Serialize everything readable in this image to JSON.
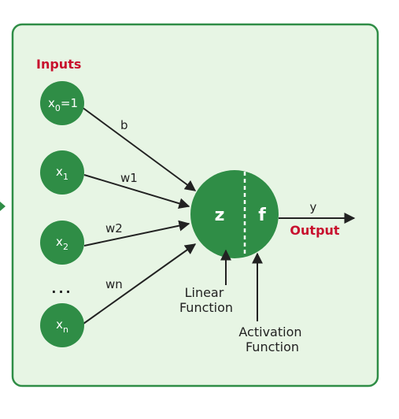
{
  "colors": {
    "panel_fill": "#e7f5e4",
    "panel_border": "#2f8d46",
    "node_fill": "#2f8d46",
    "node_text": "#ffffff",
    "accent_red": "#c8102e",
    "ink": "#222222"
  },
  "inputs_heading": "Inputs",
  "inputs": [
    {
      "base": "x",
      "sub": "0",
      "suffix": "=1",
      "weight": "b"
    },
    {
      "base": "x",
      "sub": "1",
      "suffix": "",
      "weight": "w1"
    },
    {
      "base": "x",
      "sub": "2",
      "suffix": "",
      "weight": "w2"
    },
    {
      "base": "x",
      "sub": "n",
      "suffix": "",
      "weight": "wn"
    }
  ],
  "ellipsis": "...",
  "neuron": {
    "linear_symbol": "z",
    "activation_symbol": "f"
  },
  "output": {
    "symbol": "y",
    "label": "Output"
  },
  "annotations": {
    "linear": [
      "Linear",
      "Function"
    ],
    "activation": [
      "Activation",
      "Function"
    ]
  }
}
